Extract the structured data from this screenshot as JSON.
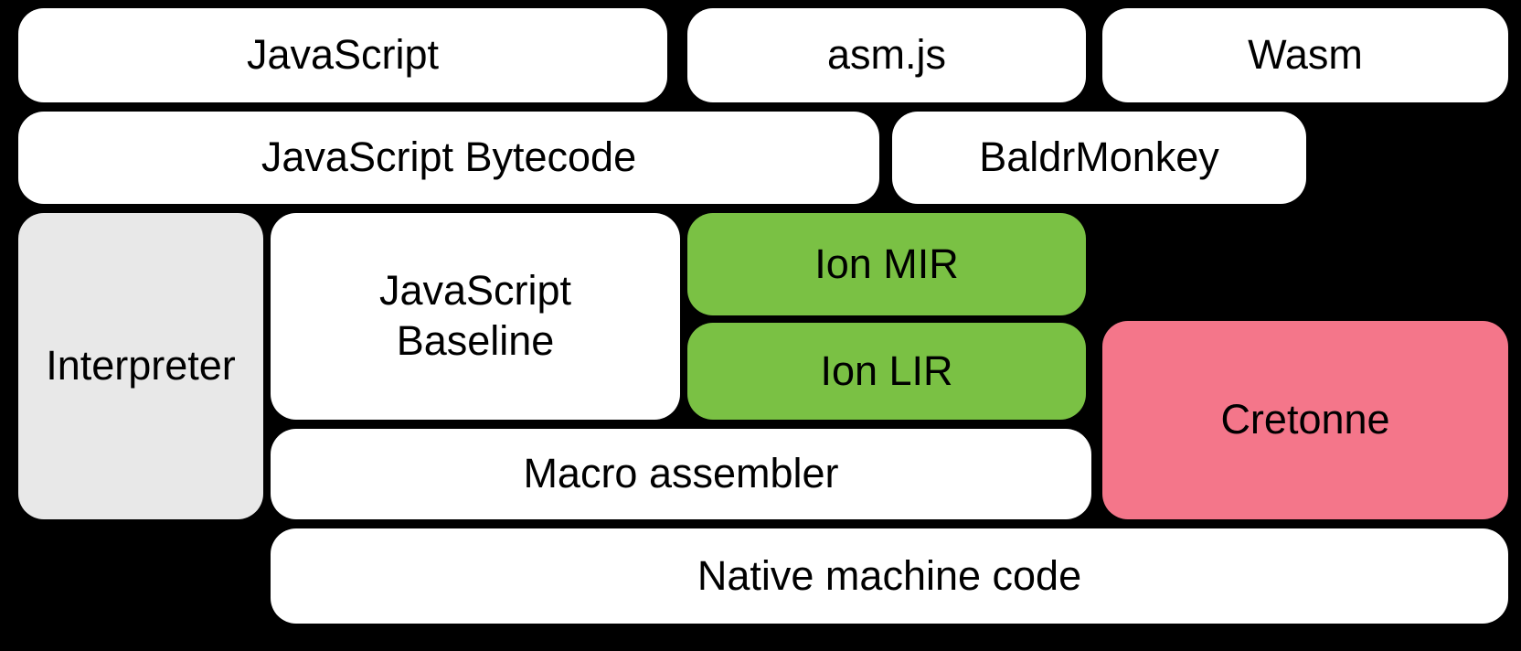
{
  "diagram": {
    "background_color": "#000000",
    "text_color": "#000000",
    "colors": {
      "white_box": "#ffffff",
      "gray_box": "#e8e8e8",
      "green_box": "#7ac144",
      "pink_box": "#f4768a"
    },
    "nodes": {
      "javascript": {
        "label": "JavaScript",
        "color": "#ffffff"
      },
      "asmjs": {
        "label": "asm.js",
        "color": "#ffffff"
      },
      "wasm": {
        "label": "Wasm",
        "color": "#ffffff"
      },
      "bytecode": {
        "label": "JavaScript Bytecode",
        "color": "#ffffff"
      },
      "baldrmonkey": {
        "label": "BaldrMonkey",
        "color": "#ffffff"
      },
      "interpreter": {
        "label": "Interpreter",
        "color": "#e8e8e8"
      },
      "baseline": {
        "label": "JavaScript Baseline",
        "color": "#ffffff"
      },
      "ion_mir": {
        "label": "Ion MIR",
        "color": "#7ac144"
      },
      "ion_lir": {
        "label": "Ion LIR",
        "color": "#7ac144"
      },
      "cretonne": {
        "label": "Cretonne",
        "color": "#f4768a"
      },
      "macro_assembler": {
        "label": "Macro assembler",
        "color": "#ffffff"
      },
      "native": {
        "label": "Native machine code",
        "color": "#ffffff"
      }
    }
  }
}
